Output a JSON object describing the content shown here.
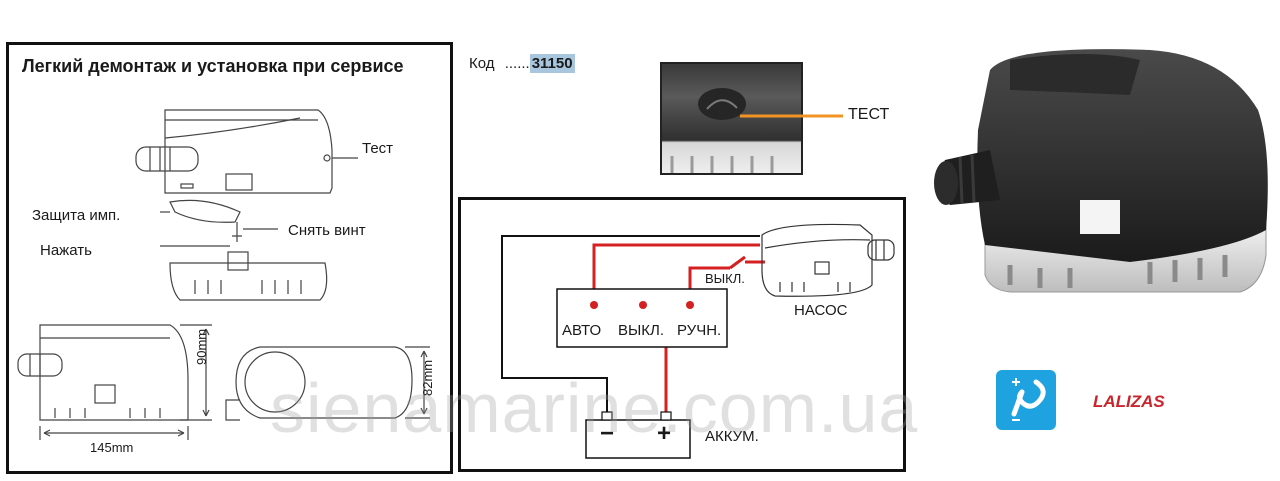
{
  "left_panel": {
    "title": "Легкий демонтаж и установка при сервисе",
    "label_test": "Тест",
    "label_protection": "Защита имп.",
    "label_remove_screw": "Снять винт",
    "label_press": "Нажать",
    "dim_width": "145mm",
    "dim_height": "90mm",
    "dim_depth": "82mm"
  },
  "code": {
    "label": "Код",
    "dots": "......",
    "value": "31150"
  },
  "photo_test_label": "ТЕСТ",
  "wiring": {
    "auto": "АВТО",
    "off": "ВЫКЛ.",
    "manual": "РУЧН.",
    "switch_off": "ВЫКЛ.",
    "pump": "НАСОС",
    "battery": "АККУМ.",
    "minus": "−",
    "plus": "+"
  },
  "brand": {
    "name": "LALIZAS"
  },
  "watermark": "sienamarine.com.ua",
  "colors": {
    "wire_red": "#d42020",
    "wire_black": "#111111",
    "test_line": "#f29423",
    "code_highlight": "#a9c6df",
    "logo_blue": "#1fa2e0",
    "brand_red": "#c9252c"
  }
}
